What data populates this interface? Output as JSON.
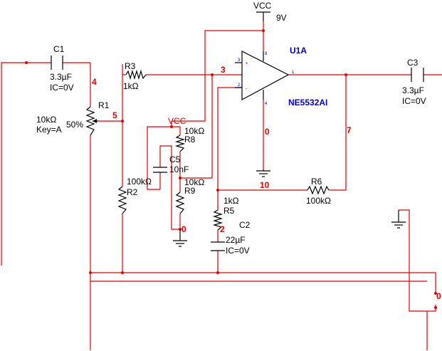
{
  "components": {
    "c1": {
      "ref": "C1",
      "value": "3.3µF",
      "ic": "IC=0V"
    },
    "c2": {
      "ref": "C2",
      "value": "22µF",
      "ic": "IC=0V"
    },
    "c3": {
      "ref": "C3",
      "value": "3.3µF",
      "ic": "IC=0V"
    },
    "c5": {
      "ref": "C5",
      "value": "10nF"
    },
    "r1": {
      "ref": "R1",
      "value": "10kΩ",
      "key": "Key=A",
      "setting": "50%"
    },
    "r2": {
      "ref": "R2",
      "value": "100kΩ"
    },
    "r3": {
      "ref": "R3",
      "value": "1kΩ"
    },
    "r5": {
      "ref": "R5",
      "value": "1kΩ"
    },
    "r6": {
      "ref": "R6",
      "value": "100kΩ"
    },
    "r8": {
      "ref": "R8",
      "value": "10kΩ"
    },
    "r9": {
      "ref": "R9",
      "value": "10kΩ"
    },
    "u1": {
      "ref": "U1A",
      "part": "NE5532AI",
      "pin_plus": "+",
      "pin_minus": "-",
      "pin1": "1",
      "pin2": "2",
      "pin3": "3",
      "pin4": "4",
      "pin8": "8"
    }
  },
  "supply": {
    "vcc_top": "VCC",
    "vcc_voltage": "9V",
    "vcc_mid": "VCC"
  },
  "nets": {
    "n3": "3",
    "n4": "4",
    "n5": "5",
    "n7": "7",
    "n10": "10",
    "n2": "2",
    "n0_opamp": "0",
    "n0_divider": "0",
    "n0_right": "0"
  }
}
